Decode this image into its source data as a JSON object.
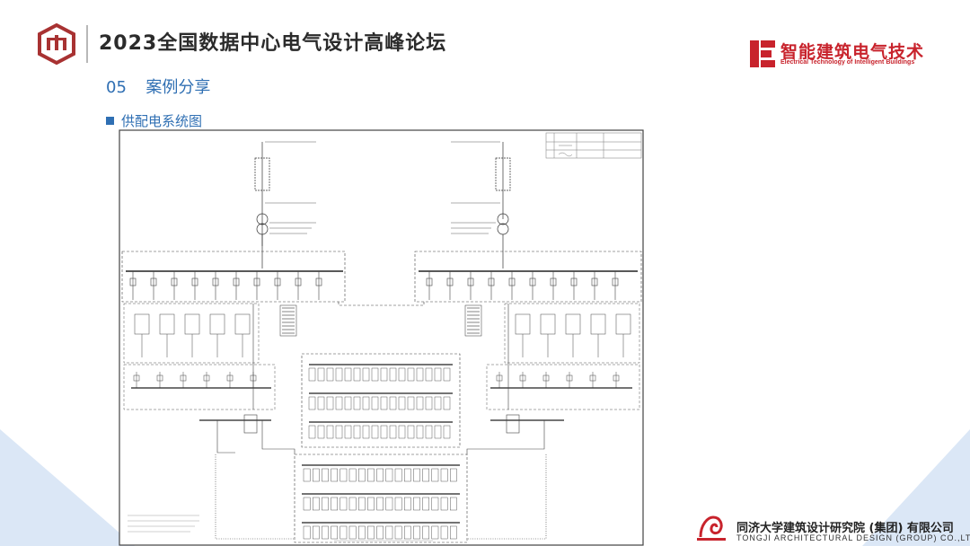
{
  "header": {
    "conference_title": "2023全国数据中心电气设计高峰论坛",
    "brand_cn": "智能建筑电气技术",
    "brand_en": "Electrical Technology of Intelligent Buildings"
  },
  "section": {
    "number": "05",
    "title": "案例分享"
  },
  "bullet": {
    "text": "供配电系统图"
  },
  "footer": {
    "company_cn": "同济大学建筑设计研究院 (集团) 有限公司",
    "company_en": "TONGJI ARCHITECTURAL DESIGN (GROUP) CO.,LTD."
  },
  "colors": {
    "accent_blue": "#2f6fb3",
    "brand_red": "#c8232c",
    "logo_red": "#a83232",
    "corner_triangle": "#dbe7f6"
  }
}
